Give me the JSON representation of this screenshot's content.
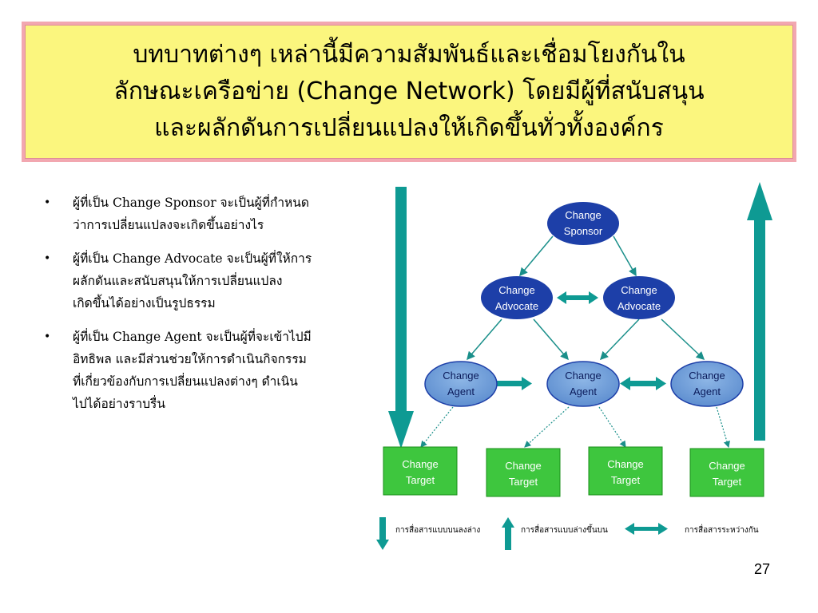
{
  "title": {
    "line1": "บทบาทต่างๆ เหล่านี้มีความสัมพันธ์และเชื่อมโยงกันใน",
    "line2": "ลักษณะเครือข่าย (Change Network) โดยมีผู้ที่สนับสนุน",
    "line3": "และผลักดันการเปลี่ยนแปลงให้เกิดขึ้นทั่วทั้งองค์กร"
  },
  "bullets": [
    {
      "symbol": "•",
      "lines": [
        "ผู้ที่เป็น Change Sponsor จะเป็นผู้ที่กำหนด",
        "ว่าการเปลี่ยนแปลงจะเกิดขึ้นอย่างไร"
      ]
    },
    {
      "symbol": "•",
      "lines": [
        "ผู้ที่เป็น Change Advocate จะเป็นผู้ที่ให้การ",
        "ผลักดันและสนับสนุนให้การเปลี่ยนแปลง",
        "เกิดขึ้นได้อย่างเป็นรูปธรรม"
      ]
    },
    {
      "symbol": "•",
      "lines": [
        "ผู้ที่เป็น Change Agent จะเป็นผู้ที่จะเข้าไปมี",
        "อิทธิพล และมีส่วนช่วยให้การดำเนินกิจกรรม",
        "ที่เกี่ยวข้องกับการเปลี่ยนแปลงต่างๆ ดำเนิน",
        "ไปได้อย่างราบรื่น"
      ]
    }
  ],
  "diagram": {
    "sponsor": [
      "Change",
      "Sponsor"
    ],
    "advocate_left": [
      "Change",
      "Advocate"
    ],
    "advocate_right": [
      "Change",
      "Advocate"
    ],
    "agent_left": [
      "Change",
      "Agent"
    ],
    "agent_mid": [
      "Change",
      "Agent"
    ],
    "agent_right": [
      "Change",
      "Agent"
    ],
    "target_1": [
      "Change",
      "Target"
    ],
    "target_2": [
      "Change",
      "Target"
    ],
    "target_3": [
      "Change",
      "Target"
    ],
    "target_4": [
      "Change",
      "Target"
    ],
    "legend": {
      "down": "การสื่อสารแบบบนลงล่าง",
      "up": "การสื่อสารแบบล่างขึ้นบน",
      "both": "การสื่อสารระหว่างกัน"
    },
    "colors": {
      "ellipse_fill": "#6f9fd8",
      "ellipse_fill_dark": "#1d3fa8",
      "target_fill": "#3ec63e",
      "teal": "#0e9a93"
    }
  },
  "page_number": "27"
}
